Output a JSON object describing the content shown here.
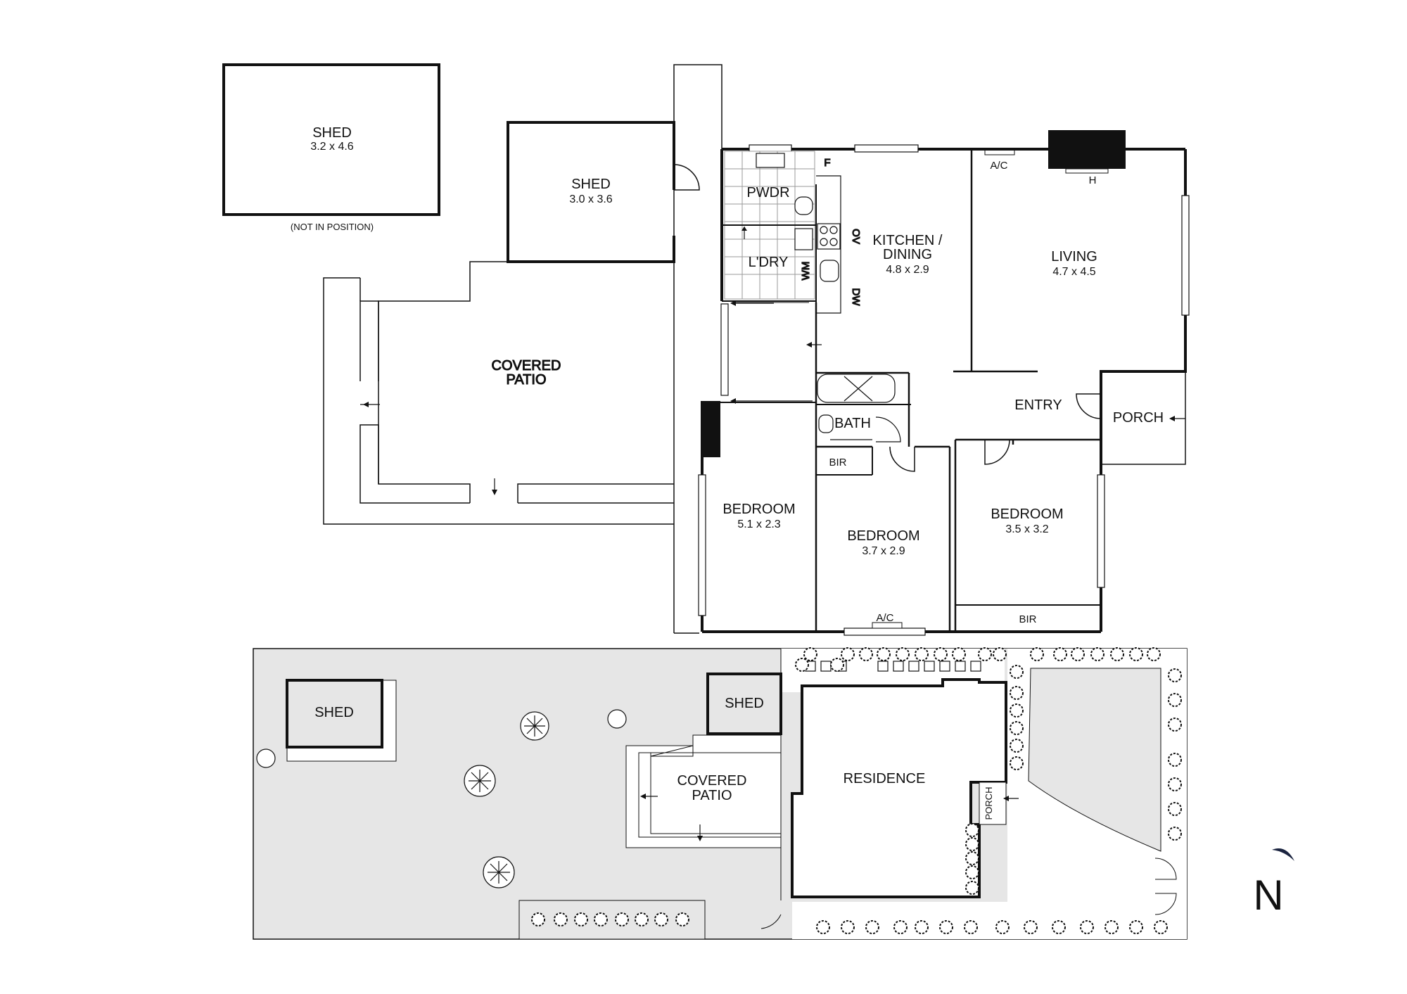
{
  "floor_plan": {
    "shed_detached": {
      "name": "SHED",
      "dims": "3.2 x 4.6",
      "note": "(NOT IN POSITION)"
    },
    "shed_main": {
      "name": "SHED",
      "dims": "3.0 x 3.6"
    },
    "covered_patio": {
      "line1": "COVERED",
      "line2": "PATIO"
    },
    "powder": "PWDR",
    "laundry": "L'DRY",
    "fridge": "F",
    "oven": "OV",
    "washing_machine": "WM",
    "dishwasher": "DW",
    "kitchen": {
      "line1": "KITCHEN /",
      "line2": "DINING",
      "dims": "4.8 x 2.9"
    },
    "living": {
      "name": "LIVING",
      "dims": "4.7 x 4.5"
    },
    "ac_north": "A/C",
    "heater": "H",
    "entry": "ENTRY",
    "porch": "PORCH",
    "bath": "BATH",
    "bir_1": "BIR",
    "bedroom_1": {
      "name": "BEDROOM",
      "dims": "5.1 x 2.3"
    },
    "bedroom_2": {
      "name": "BEDROOM",
      "dims": "3.7 x 2.9"
    },
    "bedroom_3": {
      "name": "BEDROOM",
      "dims": "3.5 x 3.2"
    },
    "bir_2": "BIR",
    "ac_south": "A/C"
  },
  "site_plan": {
    "shed_1": "SHED",
    "shed_2": "SHED",
    "covered_patio": {
      "line1": "COVERED",
      "line2": "PATIO"
    },
    "residence": "RESIDENCE",
    "porch": "PORCH"
  },
  "compass": {
    "letter": "N"
  },
  "colors": {
    "site_fill": "#e6e6e6",
    "wall": "#111111",
    "compass": "#1b2440"
  }
}
